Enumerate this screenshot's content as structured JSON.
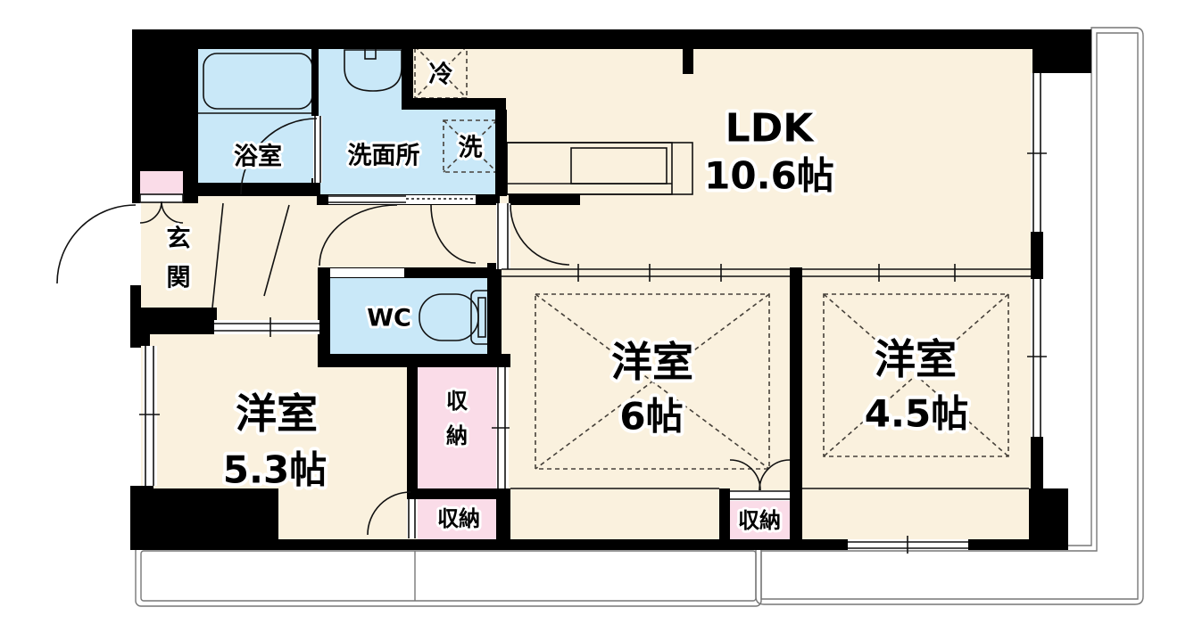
{
  "floorplan": {
    "colors": {
      "floor": "#FAF1DE",
      "wet_area": "#C9E8F8",
      "storage_area": "#FADCE8",
      "wall": "#000000",
      "balcony_line": "#777777"
    },
    "rooms": {
      "ldk": {
        "name": "LDK",
        "size": "10.6帖"
      },
      "bedroom_53": {
        "name": "洋室",
        "size": "5.3帖"
      },
      "bedroom_6": {
        "name": "洋室",
        "size": "6帖"
      },
      "bedroom_45": {
        "name": "洋室",
        "size": "4.5帖"
      },
      "bath": {
        "name": "浴室"
      },
      "washroom": {
        "name": "洗面所"
      },
      "wc": {
        "name": "WC"
      },
      "entrance": {
        "char1": "玄",
        "char2": "関"
      }
    },
    "storage": {
      "hall_closet": {
        "char1": "収",
        "char2": "納"
      },
      "bedroom53_closet": {
        "label": "収納"
      },
      "bedroom6_closet": {
        "label": "収納"
      }
    },
    "appliances": {
      "refrigerator": {
        "label": "冷"
      },
      "washer": {
        "label": "洗"
      }
    }
  }
}
